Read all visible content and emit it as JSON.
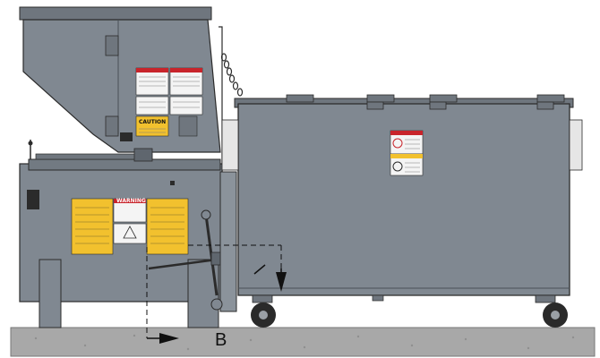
{
  "diagram": {
    "callout_letter": "B",
    "labels": {
      "caution": "CAUTION",
      "warning": "WARNING"
    }
  },
  "colors": {
    "machine_body": "#808891",
    "machine_dark": "#5f666e",
    "outline": "#2b2b2b",
    "ground": "#a8a8a8",
    "decal_yellow": "#f2c12e",
    "decal_red": "#c8242b",
    "decal_white": "#f4f4f4",
    "wheel": "#2a2a2a"
  },
  "icons": [
    "warning-triangle-icon",
    "arrow-right-icon",
    "arrow-down-icon",
    "wheel-icon"
  ]
}
